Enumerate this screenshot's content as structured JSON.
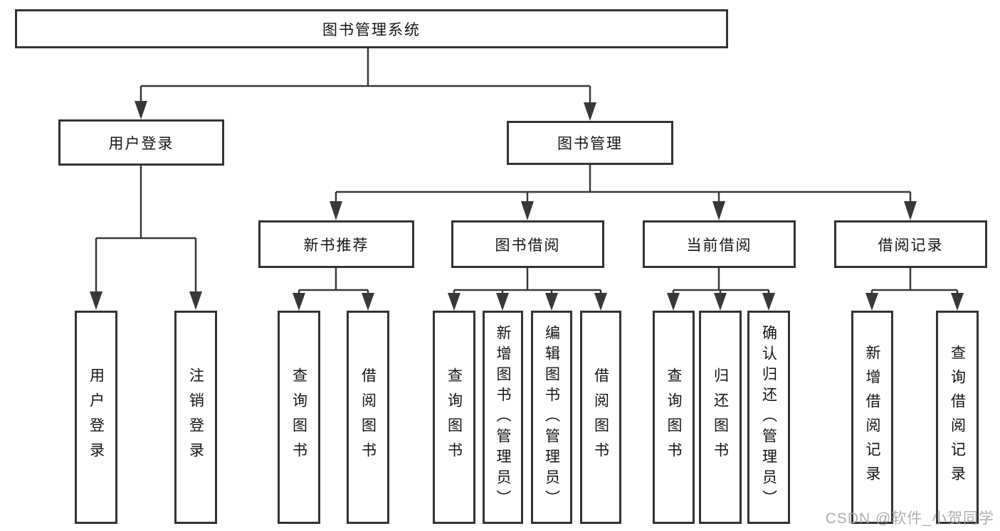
{
  "diagram": {
    "root": {
      "label": "图书管理系统"
    },
    "branches": [
      {
        "label": "用户登录",
        "children": [
          {
            "label": "用户登录"
          },
          {
            "label": "注销登录"
          }
        ]
      },
      {
        "label": "图书管理",
        "children": [
          {
            "label": "新书推荐",
            "children": [
              {
                "label": "查询图书"
              },
              {
                "label": "借阅图书"
              }
            ]
          },
          {
            "label": "图书借阅",
            "children": [
              {
                "label": "查询图书"
              },
              {
                "label": "新增图书（管理员）"
              },
              {
                "label": "编辑图书（管理员）"
              },
              {
                "label": "借阅图书"
              }
            ]
          },
          {
            "label": "当前借阅",
            "children": [
              {
                "label": "查询图书"
              },
              {
                "label": "归还图书"
              },
              {
                "label": "确认归还（管理员）"
              }
            ]
          },
          {
            "label": "借阅记录",
            "children": [
              {
                "label": "新增借阅记录"
              },
              {
                "label": "查询借阅记录"
              }
            ]
          }
        ]
      }
    ]
  },
  "watermark": {
    "text": "CSDN @软件_小贺同学"
  },
  "colors": {
    "line": "#383838",
    "border": "#333333",
    "text": "#141414",
    "background": "#ffffff",
    "watermark": "#a5a5a5"
  }
}
